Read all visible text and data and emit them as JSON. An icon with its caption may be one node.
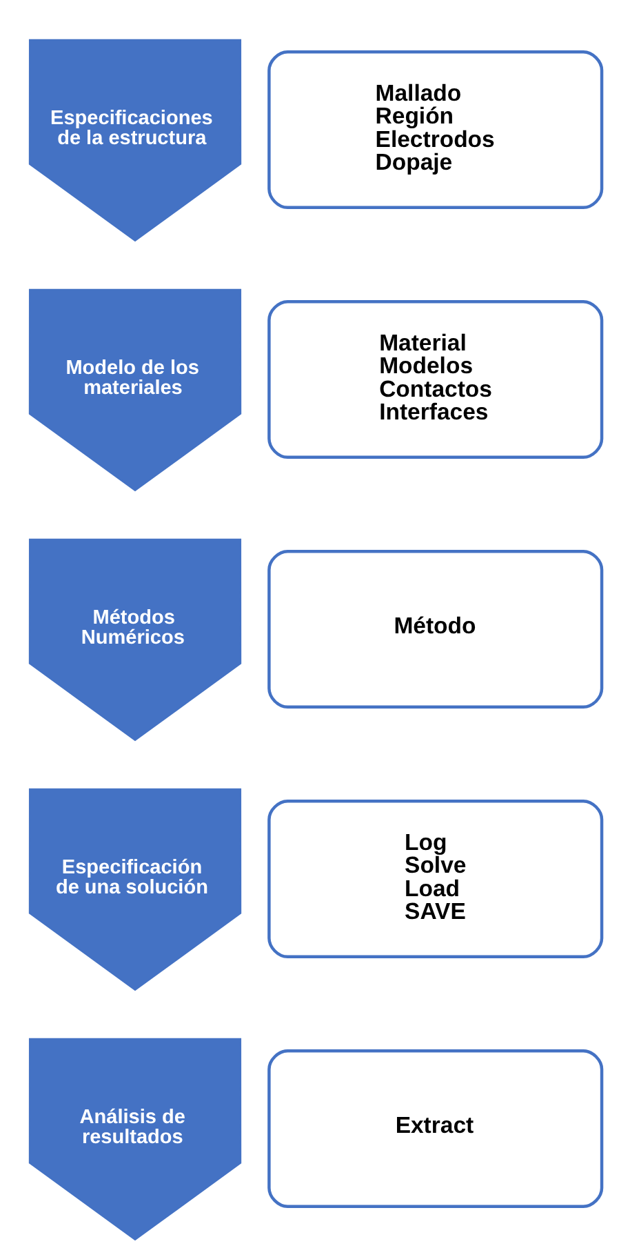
{
  "diagram": {
    "nodes": [
      {
        "text": [
          "Especificaciones de la estructura"
        ]
      },
      {
        "text": [
          "Mallado",
          "Región",
          "Electrodos",
          "Dopaje"
        ]
      },
      {
        "text": [
          "Modelo de los materiales"
        ]
      },
      {
        "text": [
          "Material",
          "Modelos",
          "Contactos",
          "Interfaces"
        ]
      },
      {
        "text": [
          "Métodos Numéricos"
        ]
      },
      {
        "text": [
          "Método"
        ]
      },
      {
        "text": [
          "Especificación de una solución"
        ]
      },
      {
        "text": [
          "Log",
          "Solve",
          "Load",
          "SAVE"
        ]
      },
      {
        "text": [
          "Análisis de resultados"
        ]
      },
      {
        "text": [
          "Extract"
        ]
      }
    ],
    "edges": []
  }
}
